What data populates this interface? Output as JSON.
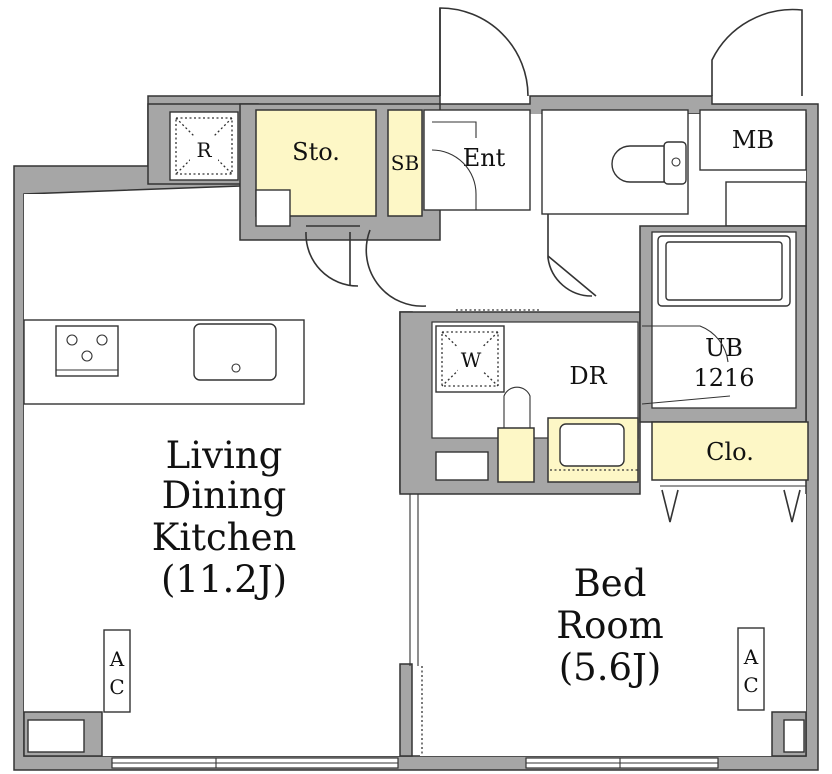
{
  "rooms": {
    "ldk": {
      "line1": "Living",
      "line2": "Dining",
      "line3": "Kitchen",
      "size": "(11.2J)"
    },
    "bed": {
      "line1": "Bed",
      "line2": "Room",
      "size": "(5.6J)"
    },
    "storage": "Sto.",
    "shoe_box": "SB",
    "entrance": "Ent",
    "meter_box": "MB",
    "refrigerator": "R",
    "washer": "W",
    "dressing_room": "DR",
    "unit_bath": {
      "label": "UB",
      "size": "1216"
    },
    "closet": "Clo."
  },
  "air_conditioners": {
    "ldk": [
      "A",
      "C"
    ],
    "bed": [
      "A",
      "C"
    ]
  },
  "colors": {
    "wall": "#a6a6a6",
    "storage": "#fdf7c6",
    "line": "#333333"
  }
}
